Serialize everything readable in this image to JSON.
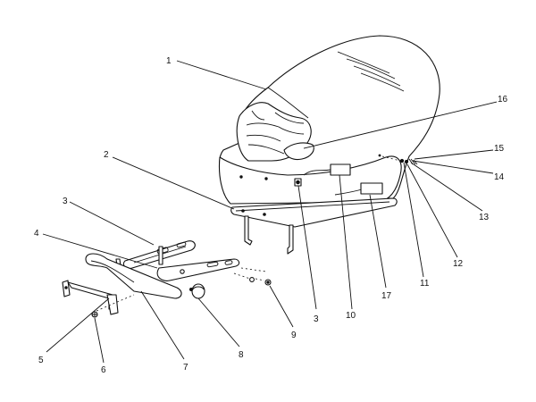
{
  "diagram": {
    "callouts": [
      "1",
      "2",
      "3",
      "4",
      "5",
      "6",
      "7",
      "8",
      "9",
      "3",
      "10",
      "11",
      "12",
      "13",
      "14",
      "15",
      "16",
      "17"
    ]
  }
}
